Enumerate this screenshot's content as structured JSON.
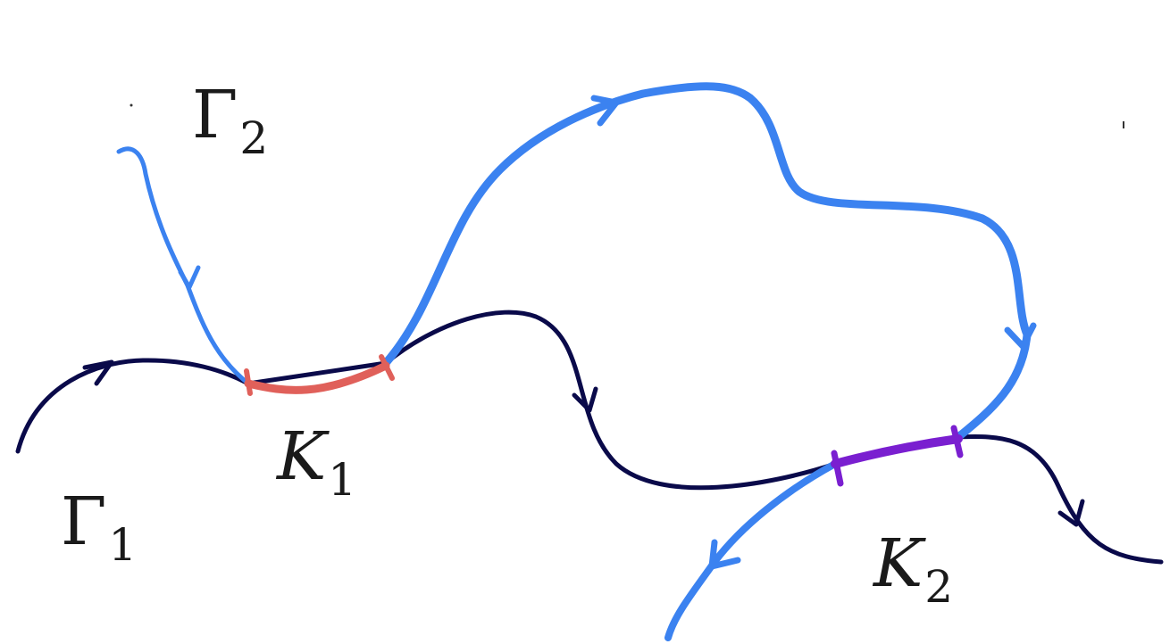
{
  "curves": {
    "gamma1": {
      "label": "Γ",
      "subscript": "1",
      "color": "#0a0a4a"
    },
    "gamma2": {
      "label": "Γ",
      "subscript": "2",
      "color": "#3b82f0"
    }
  },
  "segments": {
    "k1": {
      "label": "K",
      "subscript": "1",
      "color": "#e0605a"
    },
    "k2": {
      "label": "K",
      "subscript": "2",
      "color": "#7a1fd0"
    }
  }
}
